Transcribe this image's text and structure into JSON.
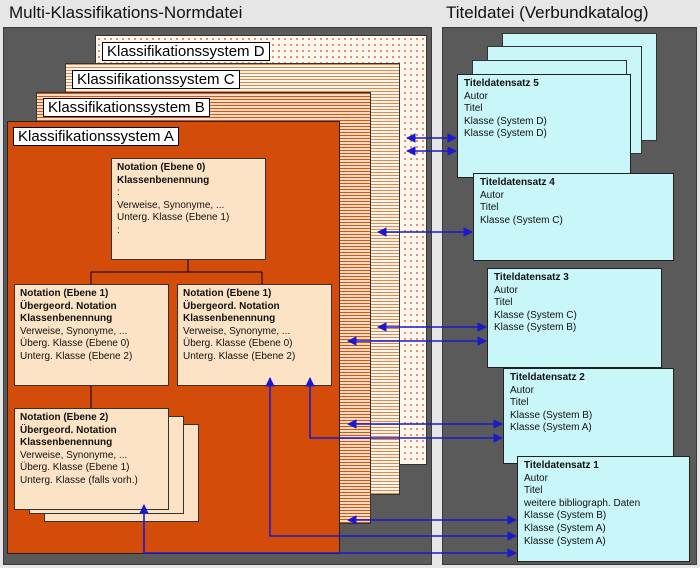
{
  "left_section": {
    "title": "Multi-Klassifikations-Normdatei"
  },
  "right_section": {
    "title": "Titeldatei (Verbundkatalog)"
  },
  "systems": [
    {
      "label": "Klassifikationssystem D"
    },
    {
      "label": "Klassifikationssystem C"
    },
    {
      "label": "Klassifikationssystem B"
    },
    {
      "label": "Klassifikationssystem A"
    }
  ],
  "nodes": {
    "level0": {
      "lines": [
        "Notation (Ebene 0)",
        "Klassenbenennung",
        ":",
        "Verweise, Synonyme, ...",
        "Unterg. Klasse (Ebene 1)",
        ":"
      ]
    },
    "level1_left": {
      "lines": [
        "Notation (Ebene 1)",
        "Übergeord. Notation",
        "Klassenbenennung",
        "Verweise, Synonyme, ...",
        "Überg. Klasse (Ebene 0)",
        "Unterg. Klasse (Ebene 2)"
      ]
    },
    "level1_right": {
      "lines": [
        "Notation (Ebene 1)",
        "Übergeord. Notation",
        "Klassenbenennung",
        "Verweise, Synonyme, ...",
        "Überg. Klasse (Ebene 0)",
        "Unterg. Klasse (Ebene 2)"
      ]
    },
    "level2": {
      "lines": [
        "Notation (Ebene 2)",
        "Übergeord. Notation",
        "Klassenbenennung",
        "Verweise, Synonyme, ...",
        "Überg. Klasse (Ebene 1)",
        "Unterg. Klasse (falls vorh.)"
      ]
    }
  },
  "records": [
    {
      "title": "Titeldatensatz 5",
      "lines": [
        "Autor",
        "Titel",
        "Klasse (System D)",
        "Klasse (System D)"
      ]
    },
    {
      "title": "Titeldatensatz 4",
      "lines": [
        "Autor",
        "Titel",
        "Klasse (System C)"
      ]
    },
    {
      "title": "Titeldatensatz 3",
      "lines": [
        "Autor",
        "Titel",
        "Klasse (System C)",
        "Klasse (System B)"
      ]
    },
    {
      "title": "Titeldatensatz 2",
      "lines": [
        "Autor",
        "Titel",
        "Klasse (System B)",
        "Klasse (System A)"
      ]
    },
    {
      "title": "Titeldatensatz 1",
      "lines": [
        "Autor",
        "Titel",
        "weitere bibliograph. Daten",
        "Klasse (System B)",
        "Klasse (System A)",
        "Klasse (System A)"
      ]
    }
  ],
  "colors": {
    "panel": "#5a5a5a",
    "system_a": "#d44c0a",
    "node": "#fde3c6",
    "record": "#c9f6f9",
    "arrow": "#1a1acc"
  }
}
